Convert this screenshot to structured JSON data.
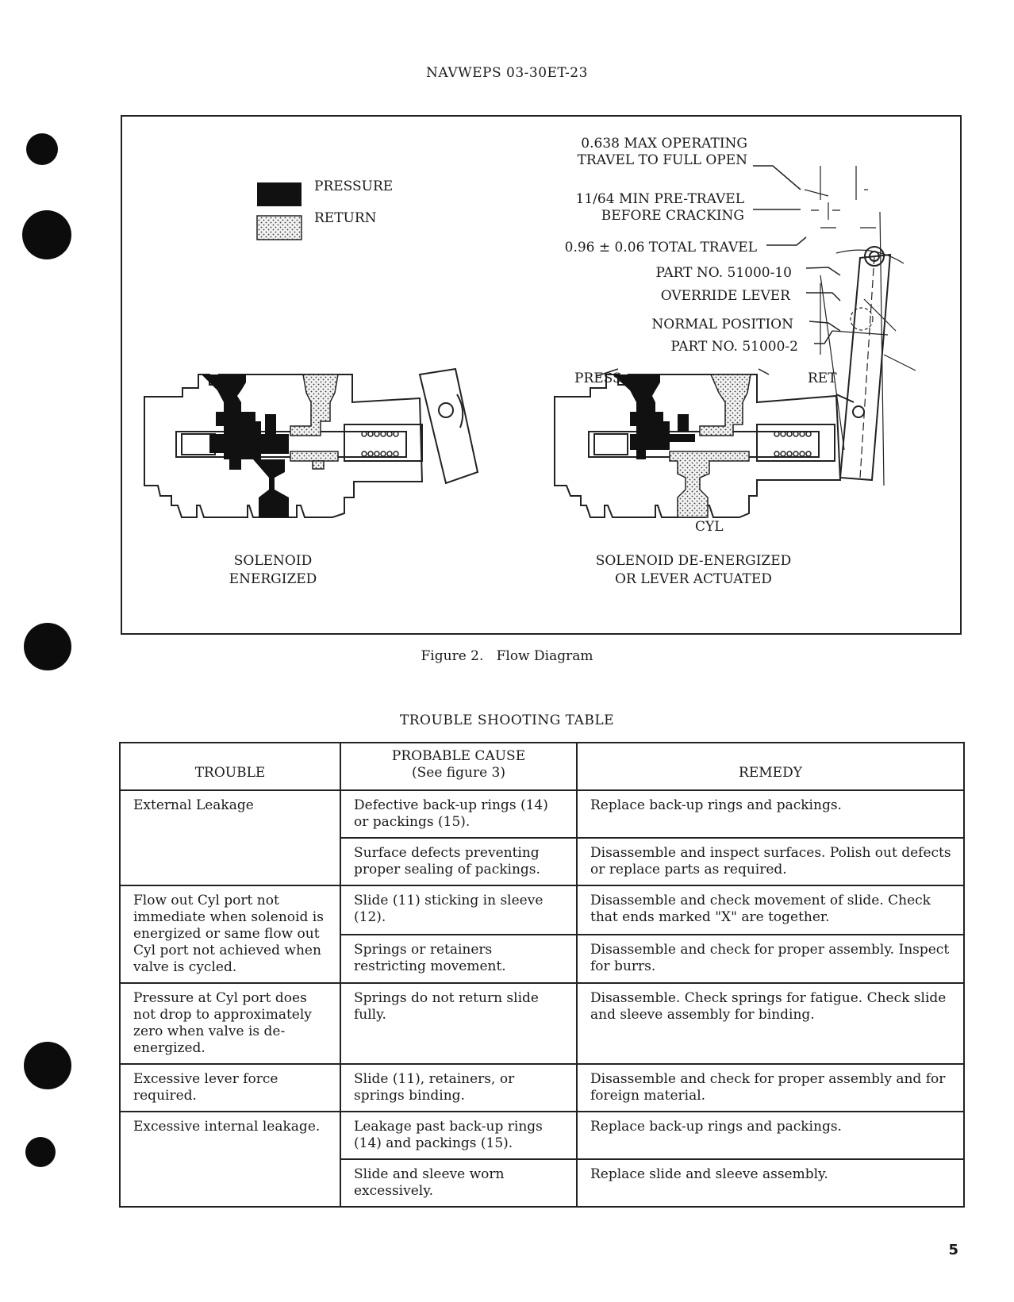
{
  "header": {
    "doc_number": "NAVWEPS 03-30ET-23"
  },
  "figure": {
    "legend": [
      {
        "label": "PRESSURE",
        "fill": "#111111"
      },
      {
        "label": "RETURN",
        "fill": "stipple"
      }
    ],
    "callouts": {
      "max_travel_1": "0.638 MAX OPERATING",
      "max_travel_2": "TRAVEL TO FULL OPEN",
      "pre_travel_1": "11/64 MIN PRE-TRAVEL",
      "pre_travel_2": "BEFORE CRACKING",
      "total_travel": "0.96 ± 0.06 TOTAL TRAVEL",
      "part_1": "PART NO. 51000-10",
      "override": "OVERRIDE LEVER",
      "normal": "NORMAL POSITION",
      "part_2": "PART NO. 51000-2",
      "press": "PRESS",
      "ret": "RET",
      "cyl": "CYL"
    },
    "left_caption": [
      "SOLENOID",
      "ENERGIZED"
    ],
    "right_caption": [
      "SOLENOID DE-ENERGIZED",
      "OR LEVER ACTUATED"
    ],
    "caption": "Figure 2.   Flow Diagram"
  },
  "table": {
    "title": "TROUBLE SHOOTING TABLE",
    "headers": {
      "trouble": "TROUBLE",
      "cause_1": "PROBABLE CAUSE",
      "cause_2": "(See figure 3)",
      "remedy": "REMEDY"
    },
    "rows": [
      {
        "trouble": "External Leakage",
        "cause": "Defective back-up rings (14) or packings (15).",
        "remedy": "Replace back-up rings and packings."
      },
      {
        "cause": "Surface defects preventing proper sealing of packings.",
        "remedy": "Disassemble and inspect surfaces.  Polish out defects or replace parts as required."
      },
      {
        "trouble": "Flow out Cyl port not immediate when solenoid is energized or same flow out Cyl port not achieved when valve is cycled.",
        "cause": "Slide (11) sticking in sleeve (12).",
        "remedy": "Disassemble and check movement of slide. Check that ends marked \"X\" are together."
      },
      {
        "cause": "Springs or retainers restricting movement.",
        "remedy": "Disassemble and check for proper assembly. Inspect for burrs."
      },
      {
        "trouble": "Pressure at Cyl port does not drop to approximately zero when valve is de-energized.",
        "cause": "Springs do not return slide fully.",
        "remedy": "Disassemble.  Check springs for fatigue.  Check slide and sleeve assembly for binding."
      },
      {
        "trouble": "Excessive lever force required.",
        "cause": "Slide (11), retainers, or springs binding.",
        "remedy": "Disassemble and check for proper assembly and for foreign material."
      },
      {
        "trouble": "Excessive internal leakage.",
        "cause": "Leakage past back-up rings (14) and packings (15).",
        "remedy": "Replace back-up rings and packings."
      },
      {
        "cause": "Slide and sleeve worn excessively.",
        "remedy": "Replace slide and sleeve assembly."
      }
    ]
  },
  "page_number": "5"
}
